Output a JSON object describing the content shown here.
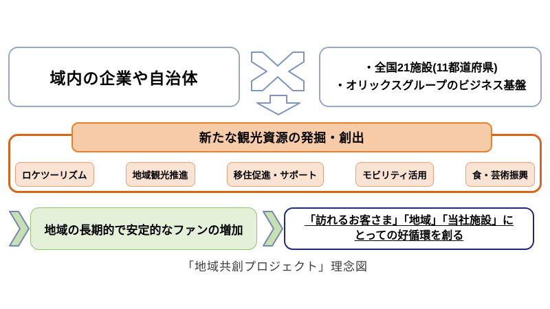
{
  "figure": {
    "caption": "「地域共創プロジェクト」理念図"
  },
  "top_row": {
    "left_box": {
      "label": "域内の企業や自治体"
    },
    "operator_icon": "multiplication-x-icon",
    "flow_icon": "down-arrow-icon",
    "right_box": {
      "lines": [
        "・全国21施設(11都道府県)",
        "・オリックスグループのビジネス基盤"
      ]
    }
  },
  "middle_section": {
    "header": "新たな観光資源の発掘・創出",
    "items": [
      {
        "label": "ロケツーリズム"
      },
      {
        "label": "地域観光推進"
      },
      {
        "label": "移住促進・サポート"
      },
      {
        "label": "モビリティ活用"
      },
      {
        "label": "食・芸術振興"
      }
    ]
  },
  "bottom_row": {
    "chevron_icon": "chevron-right-icon",
    "outcome_box": {
      "label": "地域の長期的で安定的なファンの増加"
    },
    "goal_box": {
      "lines": [
        "「訪れるお客さま」「地域」「当社施設」に",
        "とっての好循環を創る"
      ]
    }
  },
  "colors": {
    "top_box_border": "#9AA7C2",
    "orange_container_border": "#D4651B",
    "orange_header_fill": "#F7CBA8",
    "orange_header_border": "#E2822F",
    "sub_box_fill": "#FBE3D4",
    "sub_box_border": "#E2A179",
    "green_fill": "#E4F0DA",
    "green_border": "#91C46E",
    "chevron_fill": "#C7E0B2",
    "chevron_border": "#7585B5",
    "navy_border": "#21267E",
    "icon_outline": "#7F93BE"
  }
}
